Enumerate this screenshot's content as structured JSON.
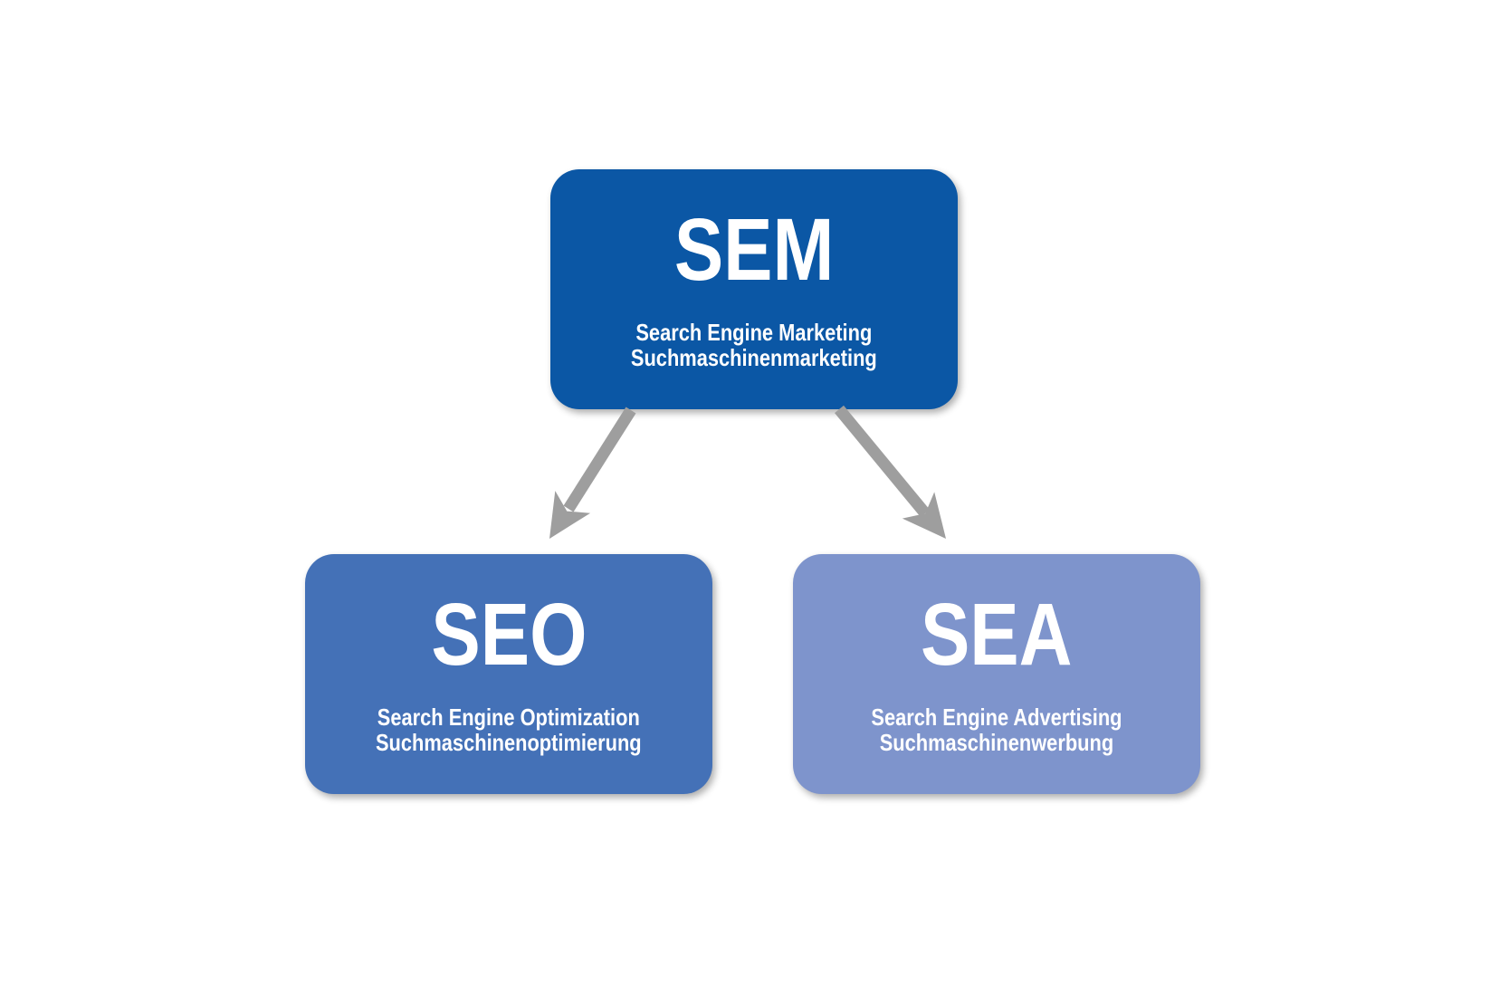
{
  "diagram": {
    "background_color": "#ffffff",
    "arrow_color": "#9e9e9e",
    "nodes": {
      "sem": {
        "abbr": "SEM",
        "name_en": "Search Engine Marketing",
        "name_de": "Suchmaschinenmarketing",
        "color": "#0b57a5",
        "text_color": "#ffffff"
      },
      "seo": {
        "abbr": "SEO",
        "name_en": "Search Engine Optimization",
        "name_de": "Suchmaschinenoptimierung",
        "color": "#4471b7",
        "text_color": "#ffffff"
      },
      "sea": {
        "abbr": "SEA",
        "name_en": "Search Engine Advertising",
        "name_de": "Suchmaschinenwerbung",
        "color": "#7e94cc",
        "text_color": "#ffffff"
      }
    },
    "edges": [
      {
        "from": "SEM",
        "to": "SEO"
      },
      {
        "from": "SEM",
        "to": "SEA"
      }
    ]
  }
}
